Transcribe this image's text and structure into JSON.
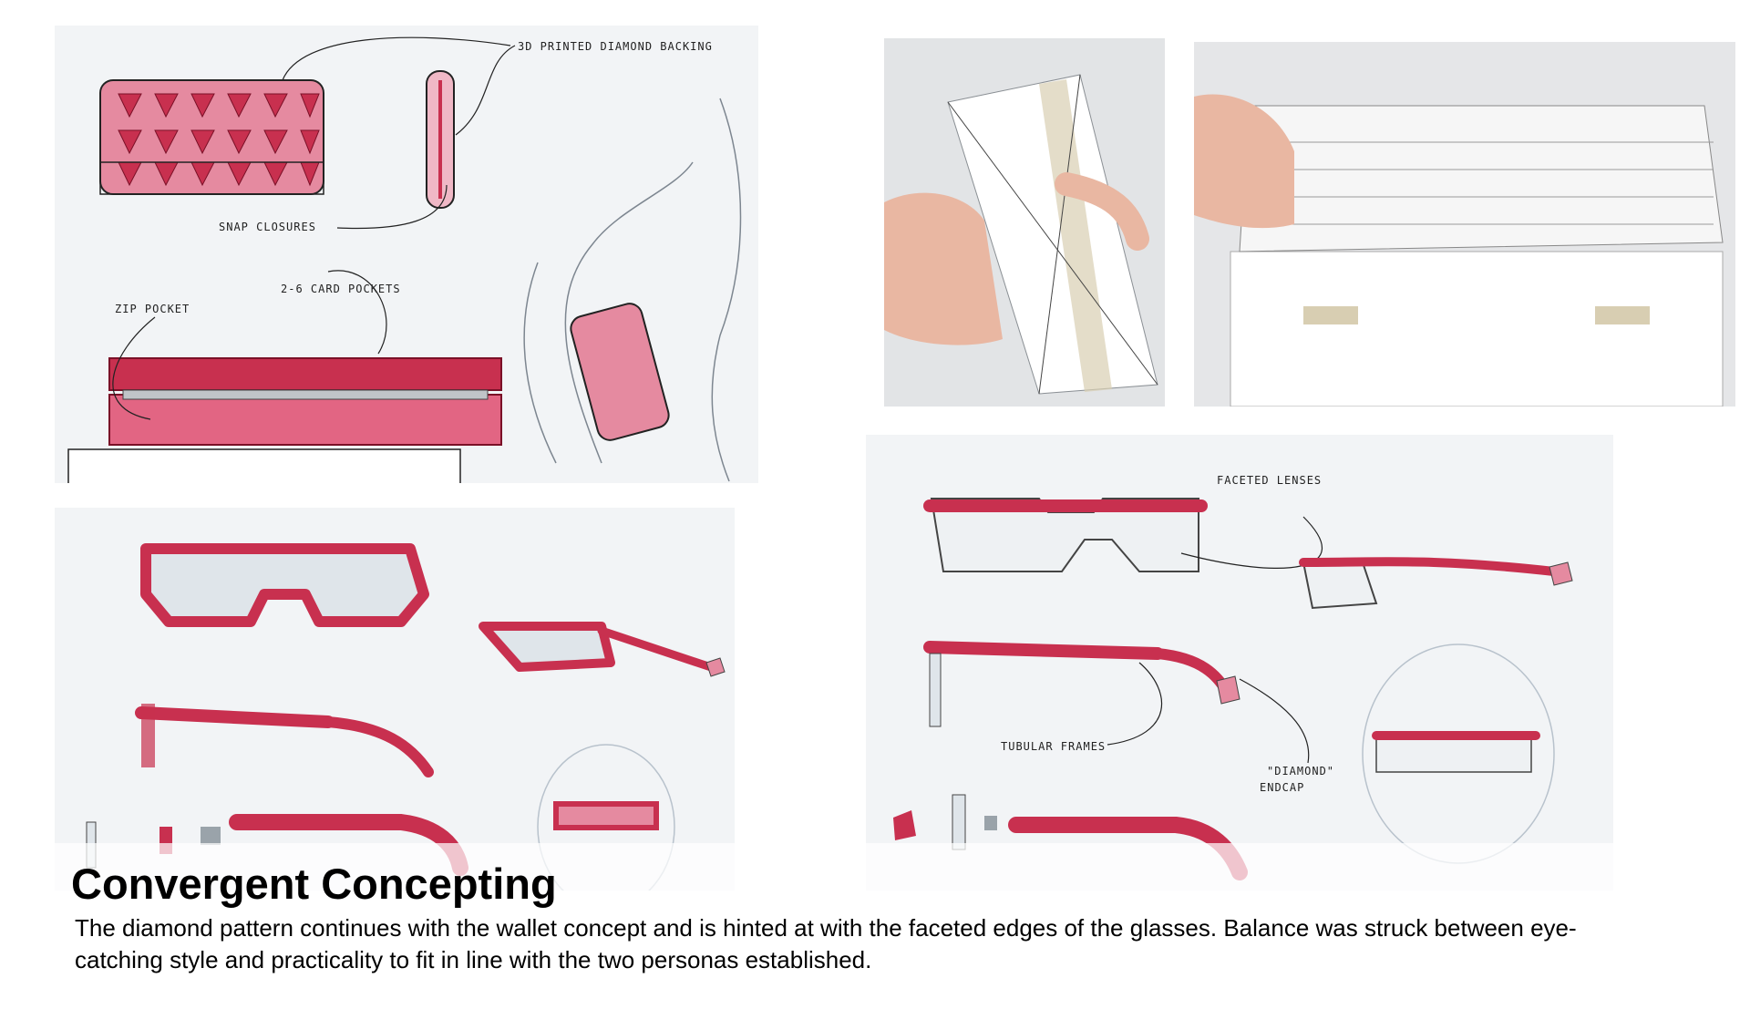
{
  "colors": {
    "accent_red": "#c8304f",
    "marker_grey": "#b8c2cc",
    "ink": "#222222"
  },
  "annotations": {
    "diamond_backing": "3D PRINTED DIAMOND BACKING",
    "snap_closures": "SNAP CLOSURES",
    "card_pockets": "2-6 CARD POCKETS",
    "zip_pocket": "ZIP POCKET",
    "faceted_lenses": "FACETED LENSES",
    "tubular_frames": "TUBULAR FRAMES",
    "diamond_endcap_1": "\"DIAMOND\"",
    "diamond_endcap_2": "ENDCAP"
  },
  "caption": {
    "title": "Convergent Concepting",
    "description": "The diamond pattern continues with the wallet concept and is hinted at with the faceted edges of the glasses. Balance was struck between eye-catching style and practicality to fit in line with the two personas established."
  }
}
